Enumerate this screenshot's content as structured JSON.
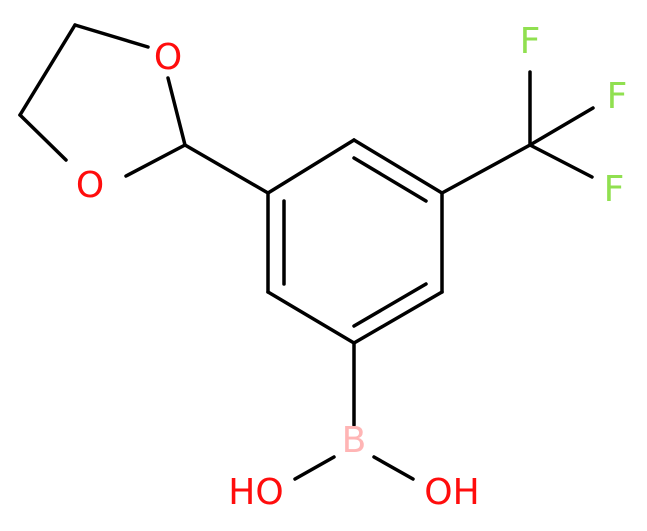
{
  "structure": {
    "atoms": {
      "o1": {
        "text": "O",
        "color": "#ff0d0d"
      },
      "o2": {
        "text": "O",
        "color": "#ff0d0d"
      },
      "f1": {
        "text": "F",
        "color": "#90e050"
      },
      "f2": {
        "text": "F",
        "color": "#90e050"
      },
      "f3": {
        "text": "F",
        "color": "#90e050"
      },
      "b": {
        "text": "B",
        "color": "#ffb5b5"
      },
      "oh1": {
        "text": "HO",
        "color": "#ff0d0d"
      },
      "oh2": {
        "text": "OH",
        "color": "#ff0d0d"
      }
    },
    "bond_color": "#000000"
  }
}
